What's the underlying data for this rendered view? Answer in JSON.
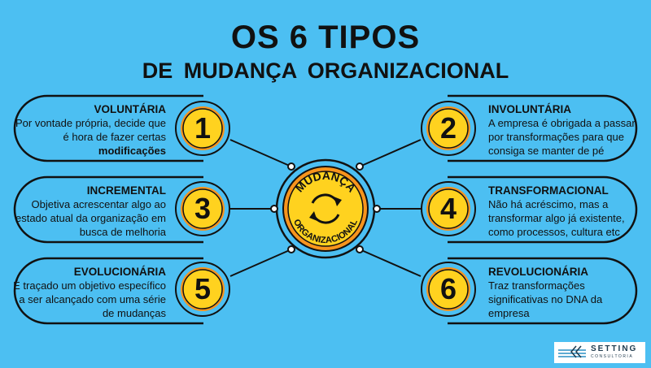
{
  "title": {
    "line1": "OS 6 TIPOS",
    "line2": "DE  MUDANÇA  ORGANIZACIONAL"
  },
  "center": {
    "top": "MUDANÇA",
    "bottom": "ORGANIZACIONAL",
    "icon": "refresh-cycle-icon"
  },
  "items": [
    {
      "num": "1",
      "title": "VOLUNTÁRIA",
      "text1": "Por vontade própria, decide que é hora de fazer certas ",
      "bold": "modificações"
    },
    {
      "num": "2",
      "title": "INVOLUNTÁRIA",
      "text1": "A empresa é obrigada a passar por transformações para que consiga se manter de pé"
    },
    {
      "num": "3",
      "title": "INCREMENTAL",
      "text1": "Objetiva acrescentar algo ao estado atual da organização em busca de melhoria"
    },
    {
      "num": "4",
      "title": "TRANSFORMACIONAL",
      "text1": "Não há acréscimo,  mas a transformar algo já existente, como processos, cultura etc"
    },
    {
      "num": "5",
      "title": "EVOLUCIONÁRIA",
      "text1": "É traçado um objetivo específico a ser alcançado com uma série de mudanças"
    },
    {
      "num": "6",
      "title": "REVOLUCIONÁRIA",
      "text1": "Traz transformações significativas no DNA da empresa"
    }
  ],
  "logo": {
    "name": "SETTING",
    "sub": "CONSULTORIA"
  },
  "colors": {
    "background": "#4cbff2",
    "yellow": "#ffd21f",
    "orange": "#f7941d",
    "ink": "#111111"
  }
}
